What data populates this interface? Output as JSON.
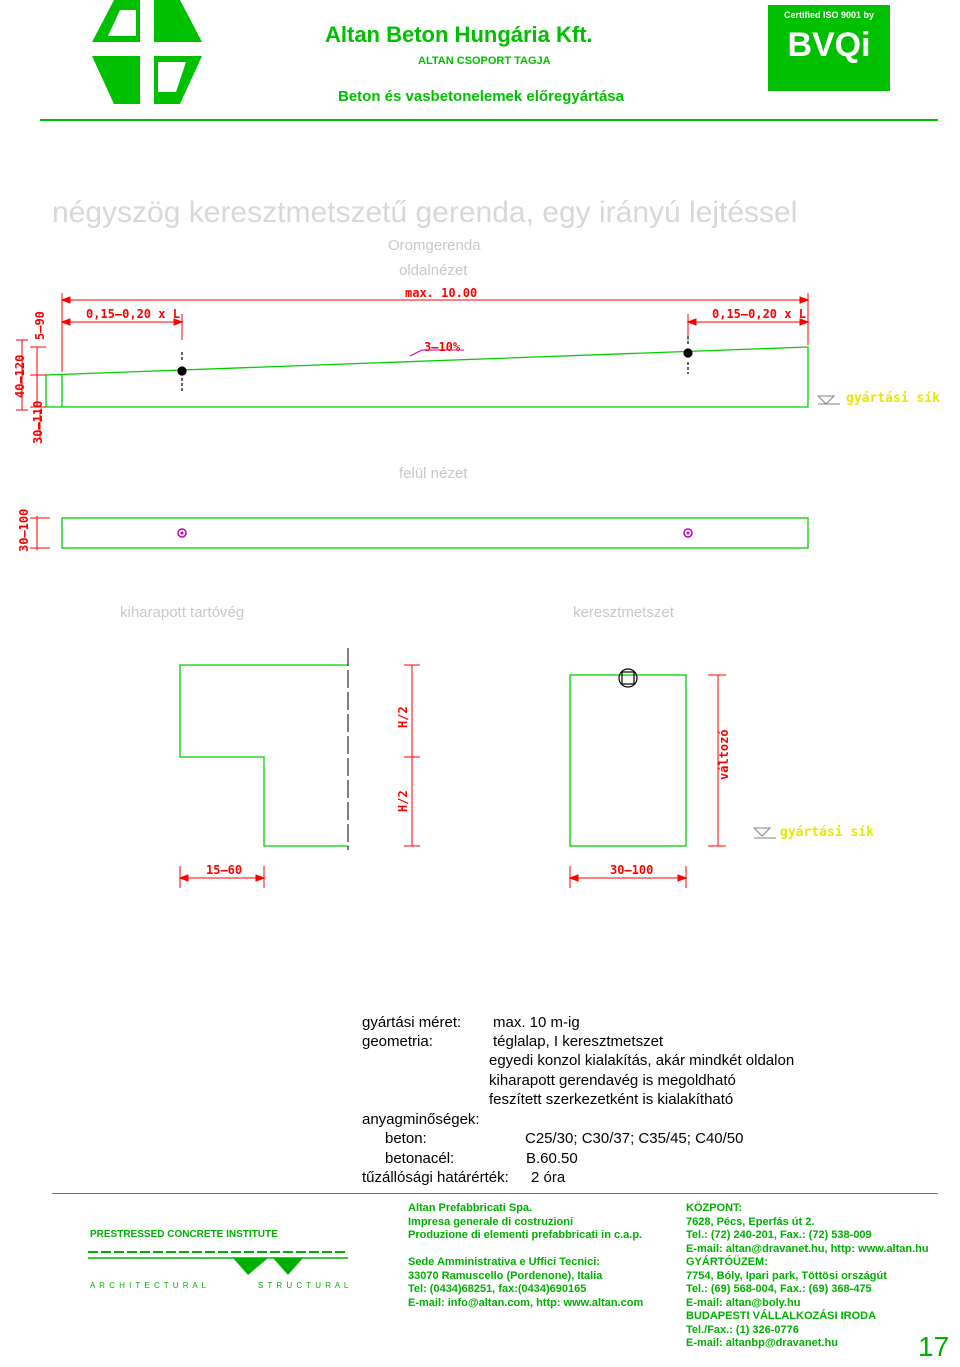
{
  "header": {
    "company": "Altan Beton Hungária Kft.",
    "group": "ALTAN CSOPORT TAGJA",
    "tagline": "Beton és vasbetonelemek előregyártása",
    "cert_line": "Certified ISO 9001 by",
    "cert_logo": "BVQi"
  },
  "doc": {
    "title": "négyszög keresztmetszetű gerenda, egy irányú lejtéssel",
    "subtitle": "Oromgerenda",
    "side_view": "oldalnézet",
    "top_view": "felül nézet",
    "cut_end": "kiharapott tartóvég",
    "cross_section": "keresztmetszet"
  },
  "drawing": {
    "max_length": "max. 10.00",
    "lift_left": "0,15–0,20 x L",
    "lift_right": "0,15–0,20 x L",
    "slope": "3–10%",
    "dim_5_90": "5–90",
    "dim_40_120": "40–120",
    "dim_30_110": "30–110",
    "prod_plane": "gyártási sík",
    "dim_30_100_top": "30–100",
    "h_half_1": "H/2",
    "h_half_2": "H/2",
    "variable": "változó",
    "dim_15_60": "15–60",
    "dim_30_100_cs": "30–100",
    "prod_plane_2": "gyártási sík"
  },
  "specs": {
    "size_label": "gyártási méret:",
    "size_value": "max. 10 m-ig",
    "geom_label": "geometria:",
    "geom_1": "téglalap, I keresztmetszet",
    "geom_2": "egyedi konzol kialakítás, akár mindkét oldalon",
    "geom_3": "kiharapott gerendavég is megoldható",
    "geom_4": "feszített szerkezetként is kialakítható",
    "materials_label": "anyagminőségek:",
    "concrete_label": "beton:",
    "concrete_value": "C25/30; C30/37; C35/45; C40/50",
    "steel_label": "betonacél:",
    "steel_value": "B.60.50",
    "fire_label": "tűzállósági határérték:",
    "fire_value": "2 óra"
  },
  "footer": {
    "institute": "PRESTRESSED CONCRETE INSTITUTE",
    "architectural": "A R C H I T E C T U R A L",
    "structural": "S T R U C T U R A L",
    "italy": [
      "Altan Prefabbricati Spa.",
      "Impresa generale di costruzioni",
      "Produzione di elementi prefabbricati in c.a.p.",
      "",
      "Sede Amministrativa e Uffici Tecnici:",
      "33070 Ramuscello (Pordenone), Italia",
      "Tel: (0434)68251, fax:(0434)690165",
      "E-mail: info@altan.com, http: www.altan.com"
    ],
    "hungary": [
      "KÖZPONT:",
      "7628, Pécs, Eperfás út 2.",
      "Tel.: (72) 240-201, Fax.: (72) 538-009",
      "E-mail: altan@dravanet.hu, http: www.altan.hu",
      "GYÁRTÓÜZEM:",
      "7754, Bóly, Ipari park, Töttösi országút",
      "Tel.: (69) 568-004, Fax.: (69) 368-475",
      "E-mail: altan@boly.hu",
      "BUDAPESTI VÁLLALKOZÁSI IRODA",
      "Tel./Fax.: (1) 326-0776",
      "E-mail: altanbp@dravanet.hu"
    ],
    "page_number": "17"
  },
  "colors": {
    "brand_green": "#00c000",
    "outline_green": "#00d000",
    "dimension_red": "#ff0000",
    "marker_magenta": "#c000c0"
  }
}
